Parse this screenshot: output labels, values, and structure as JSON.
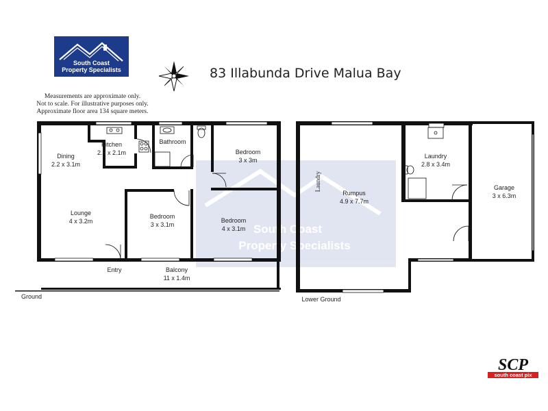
{
  "header": {
    "title": "83 Illabunda Drive Malua Bay",
    "logo_line1": "South Coast",
    "logo_line2": "Property Specialists"
  },
  "notes": {
    "line1": "Measurements are approximate only.",
    "line2": "Not to scale. For illustrative purposes only.",
    "line3": "Approximate floor area 134 square meters."
  },
  "ground": {
    "label": "Ground",
    "rooms": [
      {
        "name": "Dining",
        "dims": "2.2 x 3.1m"
      },
      {
        "name": "Kitchen",
        "dims": "2.9 x 2.1m"
      },
      {
        "name": "Bathroom",
        "dims": ""
      },
      {
        "name": "Bedroom",
        "dims": "3 x 3m"
      },
      {
        "name": "Lounge",
        "dims": "4 x 3.2m"
      },
      {
        "name": "Bedroom",
        "dims": "3 x 3.1m"
      },
      {
        "name": "Bedroom",
        "dims": "4 x 3.1m"
      },
      {
        "name": "Entry",
        "dims": ""
      },
      {
        "name": "Balcony",
        "dims": "11 x 1.4m"
      }
    ]
  },
  "lower": {
    "label": "Lower Ground",
    "rooms": [
      {
        "name": "Rumpus",
        "dims": "4.9 x 7.7m"
      },
      {
        "name": "Laundry",
        "dims": "2.8 x 3.4m"
      },
      {
        "name": "Garage",
        "dims": "3 x 6.3m"
      }
    ],
    "vertical_label": "Laundry"
  },
  "watermark": {
    "line1": "South Coast",
    "line2": "Property Specialists"
  },
  "badge": {
    "mark": "SCP",
    "sub": "south coast pix"
  },
  "colors": {
    "logo_bg": "#1d3b8b",
    "wall": "#111111",
    "badge_red": "#d8201f",
    "watermark": "#c9d1e6"
  }
}
